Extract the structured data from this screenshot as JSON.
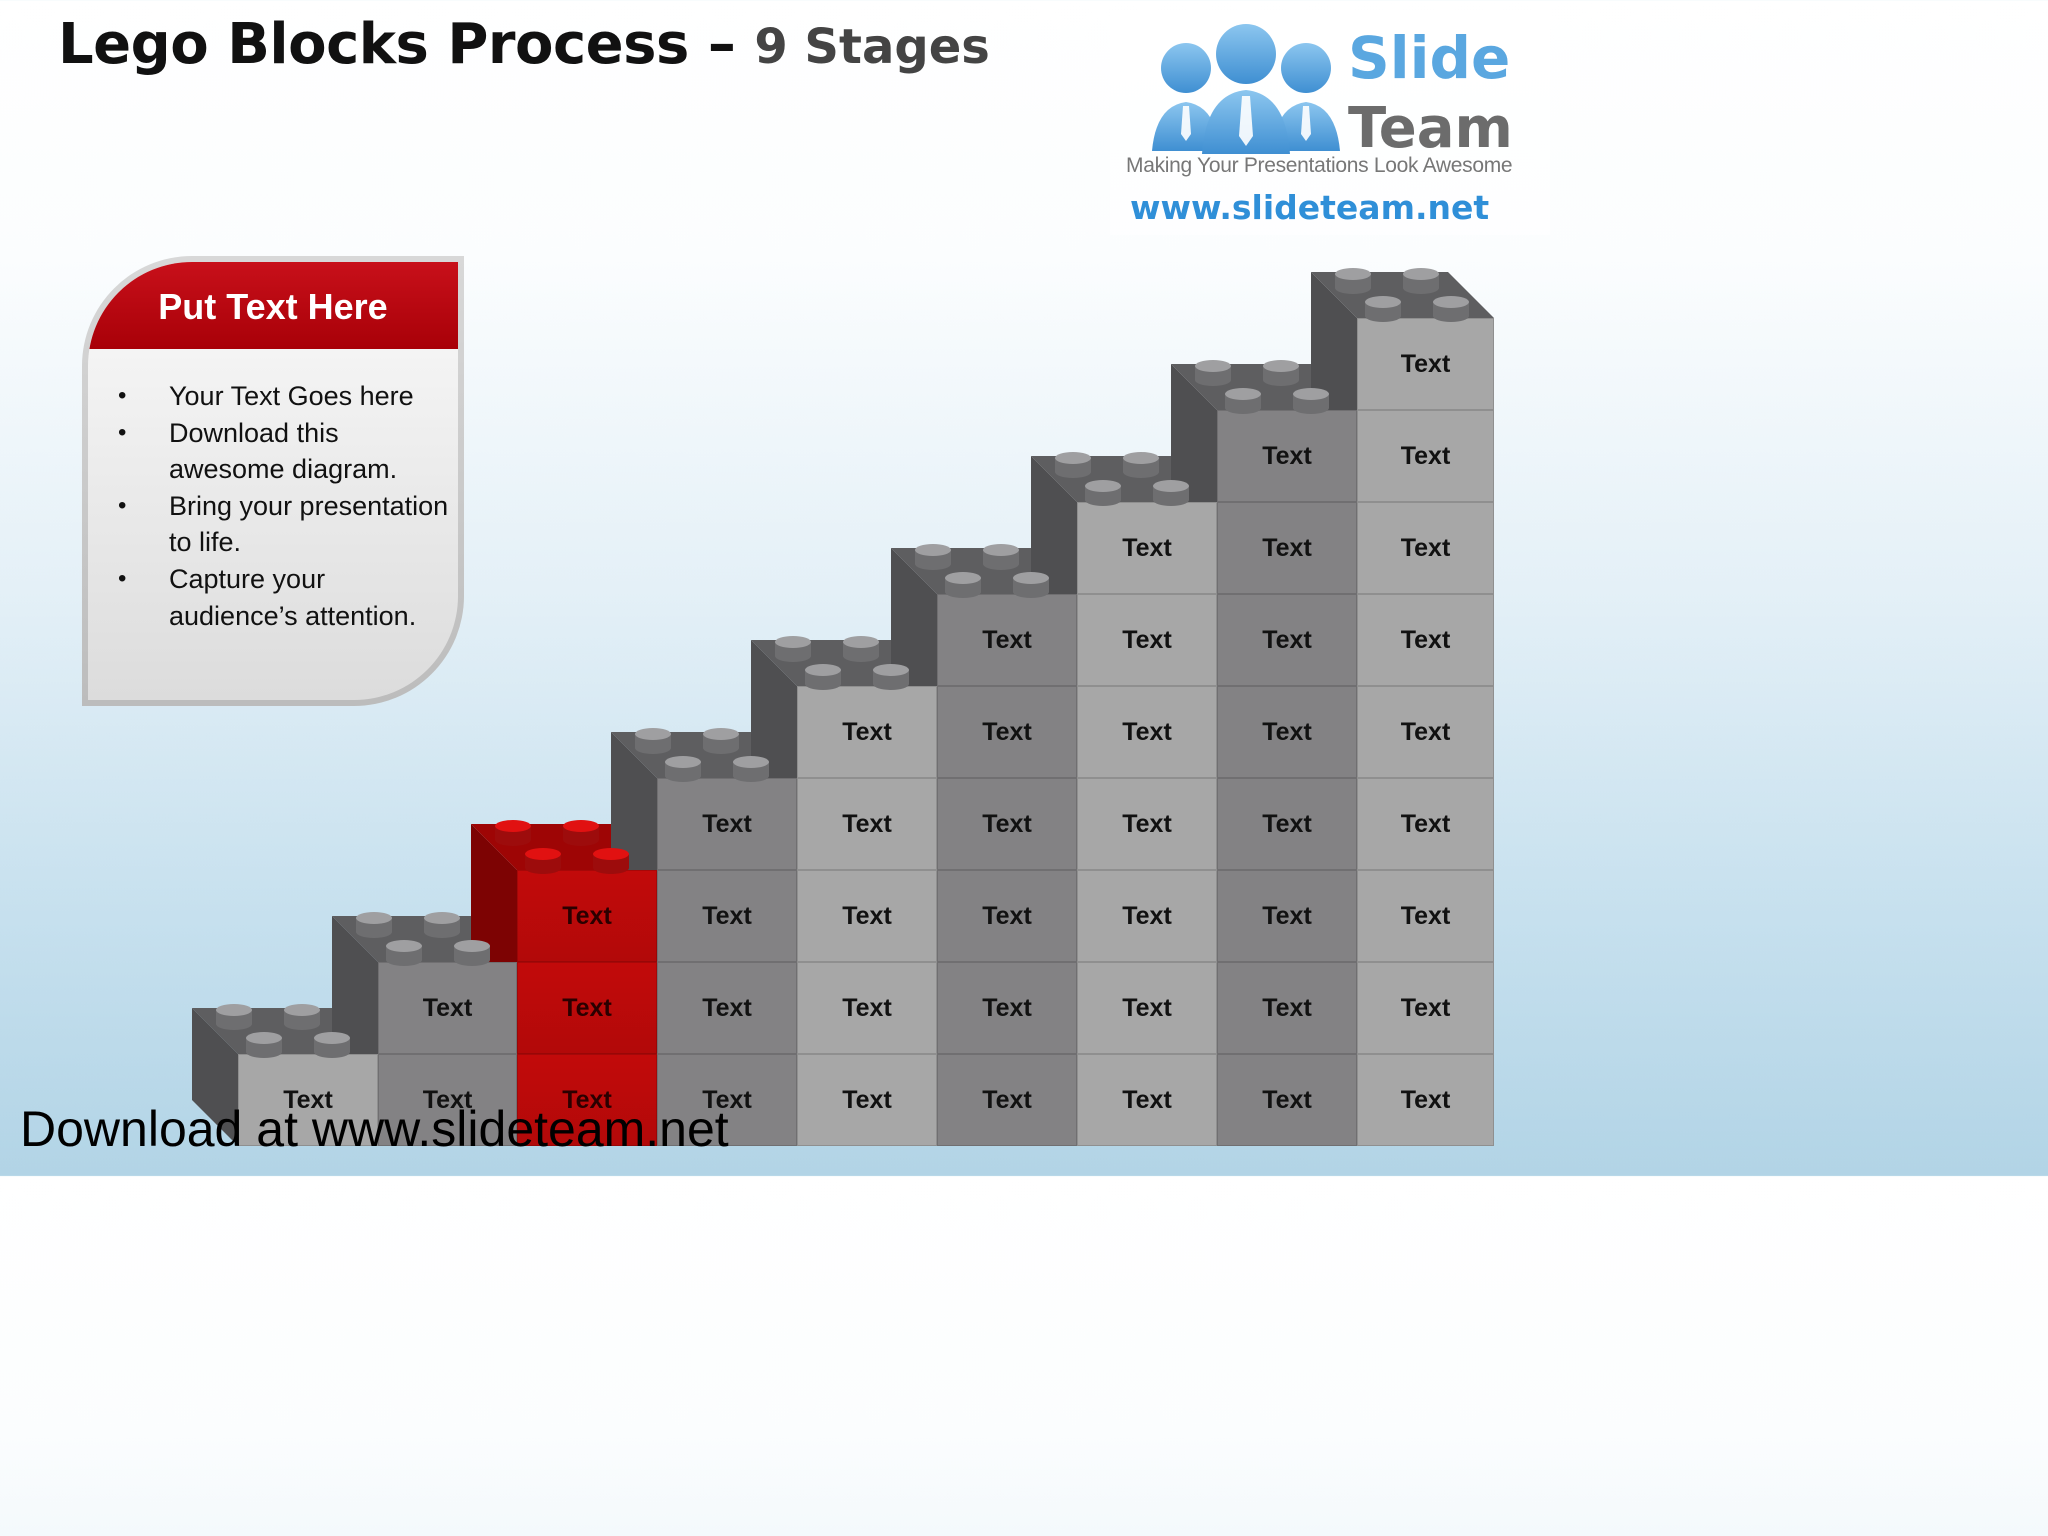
{
  "title": {
    "main": "Lego Blocks Process",
    "dash": "–",
    "sub": "9 Stages"
  },
  "logo": {
    "brand_top": "Slide",
    "brand_bottom": "Team",
    "tagline": "Making Your Presentations Look Awesome",
    "url": "www.slideteam.net",
    "colors": {
      "blue": "#5aa7e0",
      "gray": "#6c6c6c"
    }
  },
  "callout": {
    "heading": "Put Text Here",
    "bullets": [
      "Your Text Goes here",
      "Download this awesome diagram.",
      "Bring your presentation to life.",
      "Capture your audience’s attention."
    ],
    "colors": {
      "header": "#c00000"
    }
  },
  "blocks": {
    "stages": 9,
    "highlighted_stage": 3,
    "cell_label": "Text",
    "colors": {
      "light": "#a7a7a7",
      "dark": "#838284",
      "red": "#c20a0a"
    }
  },
  "watermark": "Download at www.slideteam.net"
}
